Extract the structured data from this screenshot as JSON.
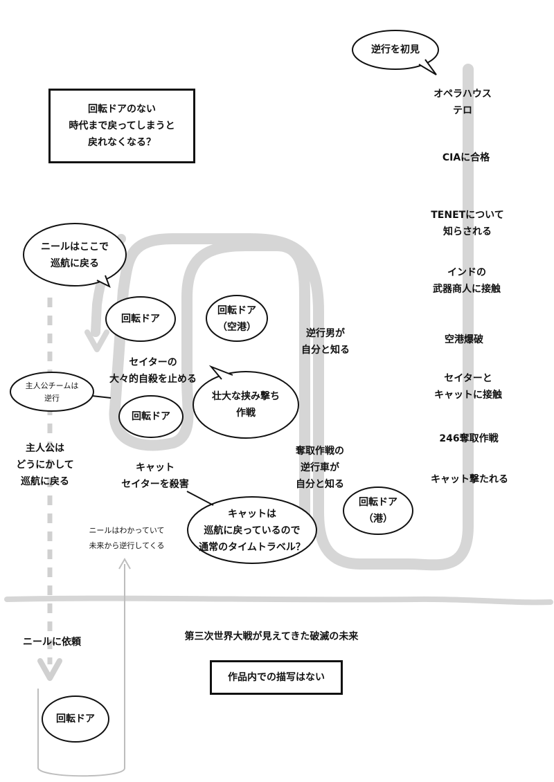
{
  "lines": {
    "gyakko_shoken": "逆行を初見",
    "opera_1": "オペラハウス",
    "opera_2": "テロ",
    "cia": "CIAに合格",
    "tenet_1": "TENETについて",
    "tenet_2": "知らされる",
    "india_1": "インドの",
    "india_2": "武器商人に接触",
    "kuko_bakuha": "空港爆破",
    "sator_kat_1": "セイターと",
    "sator_kat_2": "キャットに接触",
    "dasshu_246": "246奪取作戦",
    "kat_utareru": "キャット撃たれる",
    "gyakko_otoko_1": "逆行男が",
    "gyakko_otoko_2": "自分と知る",
    "dasshu_car_1": "奪取作戦の",
    "dasshu_car_2": "逆行車が",
    "dasshu_car_3": "自分と知る",
    "door_port_1": "回転ドア",
    "door_port_2": "（港）",
    "door_airport_1": "回転ドア",
    "door_airport_2": "（空港）",
    "door_left": "回転ドア",
    "door_lower": "回転ドア",
    "door_bottom": "回転ドア",
    "sator_stop_1": "セイターの",
    "sator_stop_2": "大々的自殺を止める",
    "pincer_1": "壮大な挟み撃ち",
    "pincer_2": "作戦",
    "team_1": "主人公チームは",
    "team_2": "逆行",
    "kat_kill_1": "キャット",
    "kat_kill_2": "セイターを殺害",
    "kat_return_1": "キャットは",
    "kat_return_2": "巡航に戻っているので",
    "kat_return_3": "通常のタイムトラベル？",
    "neil_return_1": "ニールはここで",
    "neil_return_2": "巡航に戻る",
    "hero_return_1": "主人公は",
    "hero_return_2": "どうにかして",
    "hero_return_3": "巡航に戻る",
    "neil_knows_1": "ニールはわかっていて",
    "neil_knows_2": "未来から逆行してくる",
    "neil_request": "ニールに依頼",
    "no_door_1": "回転ドアのない",
    "no_door_2": "時代まで戻ってしまうと",
    "no_door_3": "戻れなくなる？",
    "future": "第三次世界大戦が見えてきた破滅の未来",
    "not_depicted": "作品内での描写はない"
  }
}
